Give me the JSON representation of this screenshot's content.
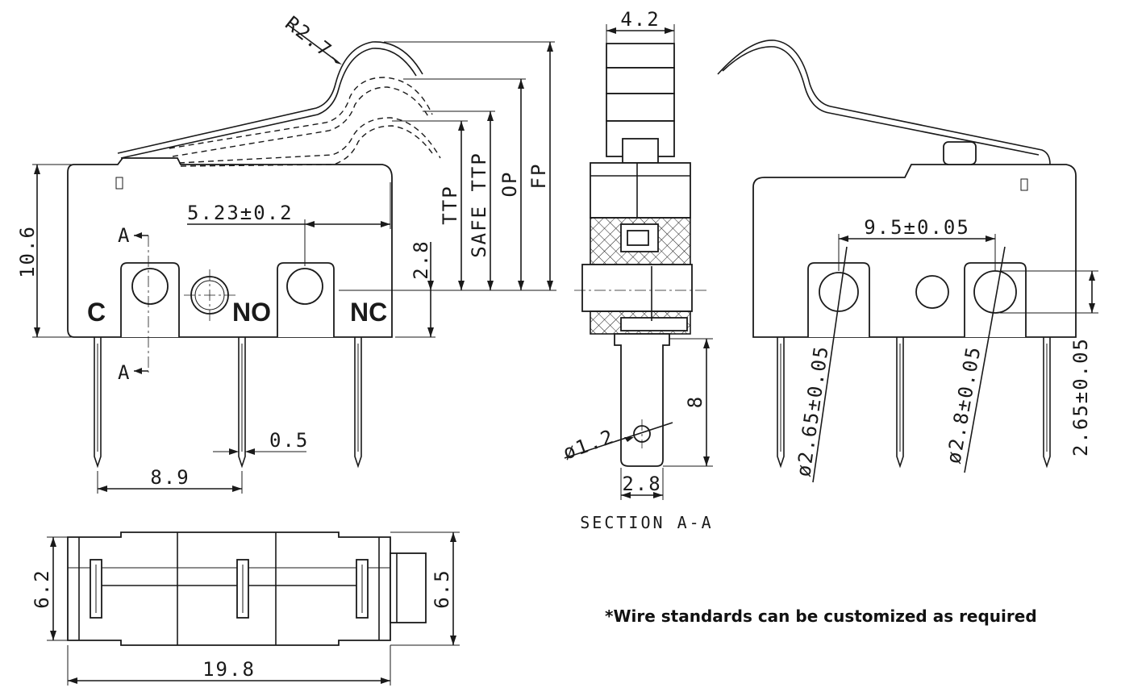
{
  "labels": {
    "radius": "R2.7",
    "width_top": "4.2",
    "terminal_gap": "5.23±0.2",
    "height_total": "10.6",
    "height_terminal": "2.8",
    "ttp": "TTP",
    "safe_ttp": "SAFE TTP",
    "op": "OP",
    "fp": "FP",
    "term_c": "C",
    "term_no": "NO",
    "term_nc": "NC",
    "section_mark_a": "A",
    "pin_thickness": "0.5",
    "pitch_c_no": "8.9",
    "hole_dia": "ø1.2",
    "pin_length": "8",
    "pin_width": "2.8",
    "section_title": "SECTION A-A",
    "mount_pitch": "9.5±0.05",
    "mount_hole_1": "ø2.65±0.05",
    "mount_hole_2": "ø2.8±0.05",
    "mount_offset": "2.65±0.05",
    "depth_body": "6.2",
    "depth_total": "6.5",
    "length_total": "19.8"
  },
  "note": "*Wire standards can be customized as required"
}
